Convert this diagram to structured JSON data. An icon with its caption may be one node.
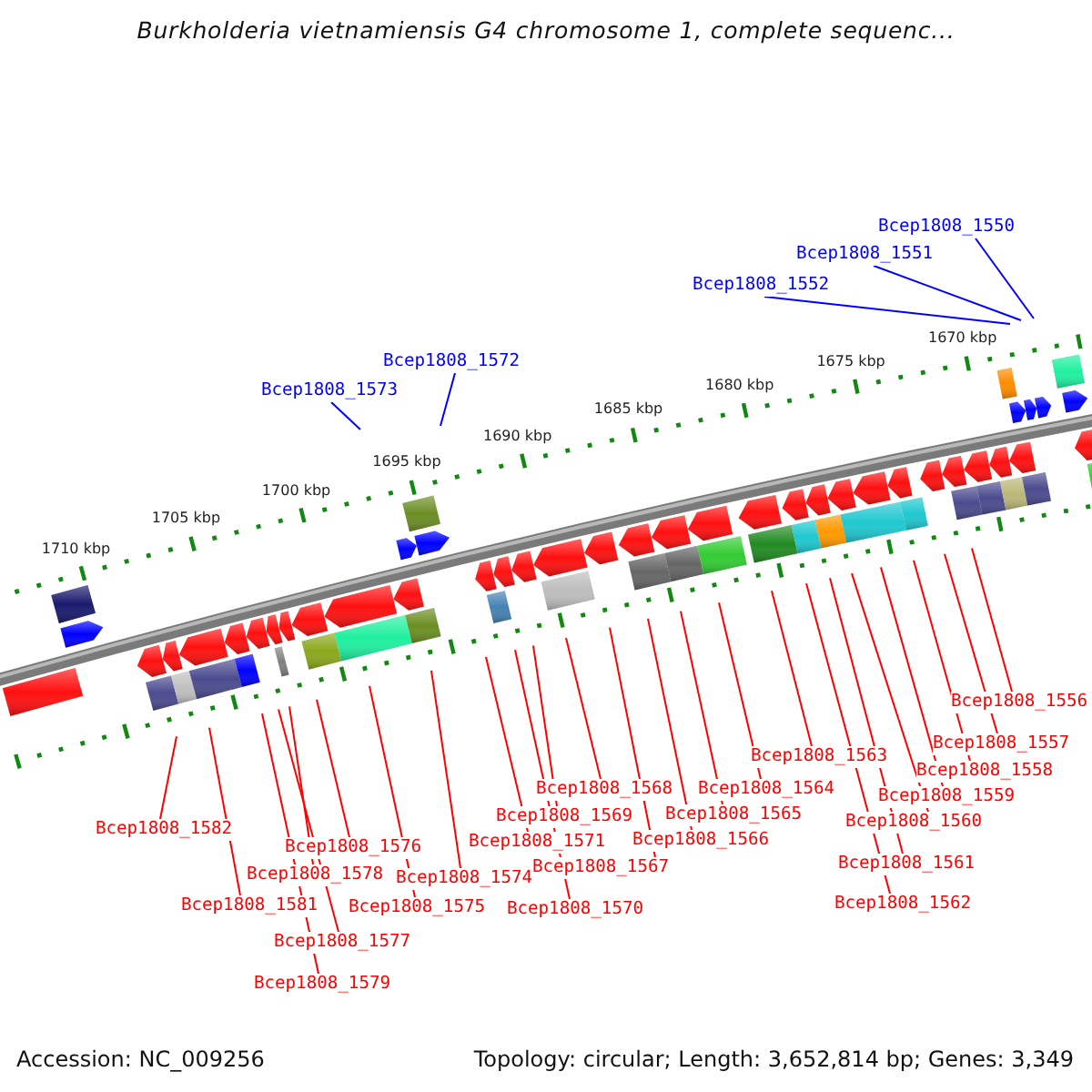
{
  "diagram": {
    "title": "Burkholderia vietnamiensis G4 chromosome 1, complete sequenc...",
    "nodes": [
      {
        "text": [
          "Bcep1808_1550"
        ]
      },
      {
        "text": [
          "Bcep1808_1551"
        ]
      },
      {
        "text": [
          "Bcep1808_1552"
        ]
      },
      {
        "text": [
          "Bcep1808_1572"
        ]
      },
      {
        "text": [
          "Bcep1808_1573"
        ]
      },
      {
        "text": [
          "Bcep1808_1556"
        ]
      },
      {
        "text": [
          "Bcep1808_1557"
        ]
      },
      {
        "text": [
          "Bcep1808_1563"
        ]
      },
      {
        "text": [
          "Bcep1808_1558"
        ]
      },
      {
        "text": [
          "Bcep1808_1568"
        ]
      },
      {
        "text": [
          "Bcep1808_1564"
        ]
      },
      {
        "text": [
          "Bcep1808_1559"
        ]
      },
      {
        "text": [
          "Bcep1808_1565"
        ]
      },
      {
        "text": [
          "Bcep1808_1569"
        ]
      },
      {
        "text": [
          "Bcep1808_1560"
        ]
      },
      {
        "text": [
          "Bcep1808_1582"
        ]
      },
      {
        "text": [
          "Bcep1808_1566"
        ]
      },
      {
        "text": [
          "Bcep1808_1571"
        ]
      },
      {
        "text": [
          "Bcep1808_1576"
        ]
      },
      {
        "text": [
          "Bcep1808_1561"
        ]
      },
      {
        "text": [
          "Bcep1808_1567"
        ]
      },
      {
        "text": [
          "Bcep1808_1578"
        ]
      },
      {
        "text": [
          "Bcep1808_1574"
        ]
      },
      {
        "text": [
          "Bcep1808_1562"
        ]
      },
      {
        "text": [
          "Bcep1808_1581"
        ]
      },
      {
        "text": [
          "Bcep1808_1575"
        ]
      },
      {
        "text": [
          "Bcep1808_1570"
        ]
      },
      {
        "text": [
          "Bcep1808_1577"
        ]
      },
      {
        "text": [
          "Bcep1808_1579"
        ]
      }
    ],
    "edges": [
      {
        "from": 0,
        "to": null,
        "arrow": "none",
        "color": "#0000ff"
      },
      {
        "from": 1,
        "to": null,
        "arrow": "none",
        "color": "#0000ff"
      },
      {
        "from": 2,
        "to": null,
        "arrow": "none",
        "color": "#0000ff"
      },
      {
        "from": 3,
        "to": null,
        "arrow": "none",
        "color": "#0000ff"
      },
      {
        "from": 4,
        "to": null,
        "arrow": "none",
        "color": "#0000ff"
      },
      {
        "from": 5,
        "to": null,
        "arrow": "none"
      },
      {
        "from": 6,
        "to": null,
        "arrow": "none"
      },
      {
        "from": 7,
        "to": null,
        "arrow": "none"
      },
      {
        "from": 8,
        "to": null,
        "arrow": "none"
      },
      {
        "from": 9,
        "to": null,
        "arrow": "none"
      },
      {
        "from": 10,
        "to": null,
        "arrow": "none"
      },
      {
        "from": 11,
        "to": null,
        "arrow": "none"
      },
      {
        "from": 12,
        "to": null,
        "arrow": "none"
      },
      {
        "from": 13,
        "to": null,
        "arrow": "none"
      },
      {
        "from": 14,
        "to": null,
        "arrow": "none"
      },
      {
        "from": 15,
        "to": null,
        "arrow": "none"
      },
      {
        "from": 16,
        "to": null,
        "arrow": "none"
      },
      {
        "from": 17,
        "to": null,
        "arrow": "none"
      },
      {
        "from": 18,
        "to": null,
        "arrow": "none"
      },
      {
        "from": 19,
        "to": null,
        "arrow": "none"
      },
      {
        "from": 20,
        "to": null,
        "arrow": "none"
      },
      {
        "from": 21,
        "to": null,
        "arrow": "none"
      },
      {
        "from": 22,
        "to": null,
        "arrow": "none"
      },
      {
        "from": 23,
        "to": null,
        "arrow": "none"
      },
      {
        "from": 24,
        "to": null,
        "arrow": "none"
      },
      {
        "from": 25,
        "to": null,
        "arrow": "none"
      },
      {
        "from": 26,
        "to": null,
        "arrow": "none"
      },
      {
        "from": 27,
        "to": null,
        "arrow": "none"
      },
      {
        "from": 28,
        "to": null,
        "arrow": "none"
      }
    ],
    "labels": [
      "1670 kbp",
      "1675 kbp",
      "1680 kbp",
      "1685 kbp",
      "1690 kbp",
      "1695 kbp",
      "1700 kbp",
      "1705 kbp",
      "1710 kbp",
      "Accession: NC_009256",
      "Topology: circular; Length: 3,652,814 bp; Genes: 3,349"
    ]
  }
}
